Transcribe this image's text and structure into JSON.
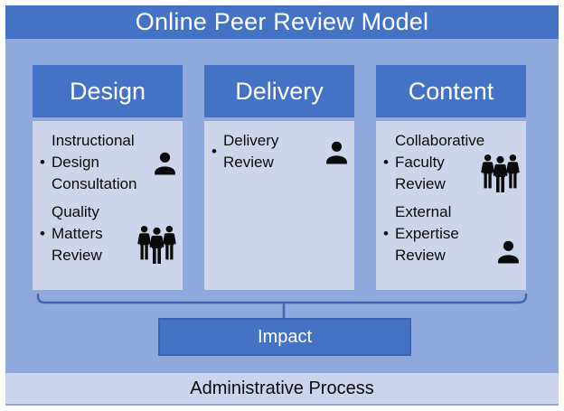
{
  "title": "Online Peer Review Model",
  "colors": {
    "accent_blue": "#4472C4",
    "background_blue": "#8FA9DC",
    "panel_light_blue": "#CDD5EA",
    "impact_border": "#3A62AE",
    "bracket_line": "#4166AE",
    "text_dark": "#0a0a0a",
    "text_white": "#ffffff"
  },
  "columns": [
    {
      "header": "Design",
      "items": [
        {
          "text": "Instructional Design Consultation",
          "icon": "person-icon"
        },
        {
          "text": "Quality Matters Review",
          "icon": "people-group-icon"
        }
      ]
    },
    {
      "header": "Delivery",
      "items": [
        {
          "text": "Delivery Review",
          "icon": "person-icon"
        }
      ]
    },
    {
      "header": "Content",
      "items": [
        {
          "text": "Collaborative Faculty Review",
          "icon": "people-group-icon"
        },
        {
          "text": "External Expertise Review",
          "icon": "person-icon"
        }
      ]
    }
  ],
  "impact_label": "Impact",
  "footer_label": "Administrative Process"
}
